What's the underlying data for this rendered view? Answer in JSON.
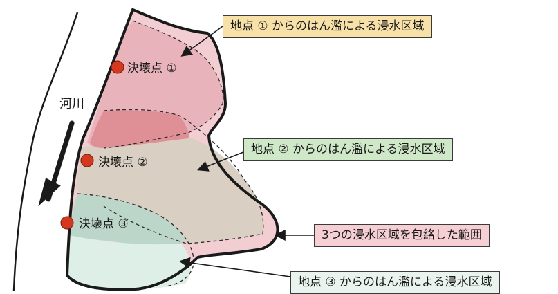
{
  "river": {
    "label": "河川"
  },
  "breach_points": [
    {
      "label": "決壊点 ①"
    },
    {
      "label": "決壊点 ②"
    },
    {
      "label": "決壊点 ③"
    }
  ],
  "callouts": {
    "zone1": "地点 ① からのはん濫による浸水区域",
    "zone2": "地点 ② からのはん濫による浸水区域",
    "envelope": "3つの浸水区域を包絡した範囲",
    "zone3": "地点 ③ からのはん濫による浸水区域"
  },
  "colors": {
    "envelope_fill": "#f2cdd2",
    "zone1_fill": "#e9b3bb",
    "overlap_fill": "#df9096",
    "zone2_fill": "#d9cfc2",
    "zone3_fill": "#bcd6c9",
    "zone3_light": "#ddefe6",
    "breach_point": "#d4391f",
    "callout_zone1_bg": "#f8e1a8",
    "callout_zone2_bg": "#cfe8c8",
    "callout_envelope_bg": "#f6cfd5",
    "callout_zone3_bg": "#e9f4ee"
  }
}
